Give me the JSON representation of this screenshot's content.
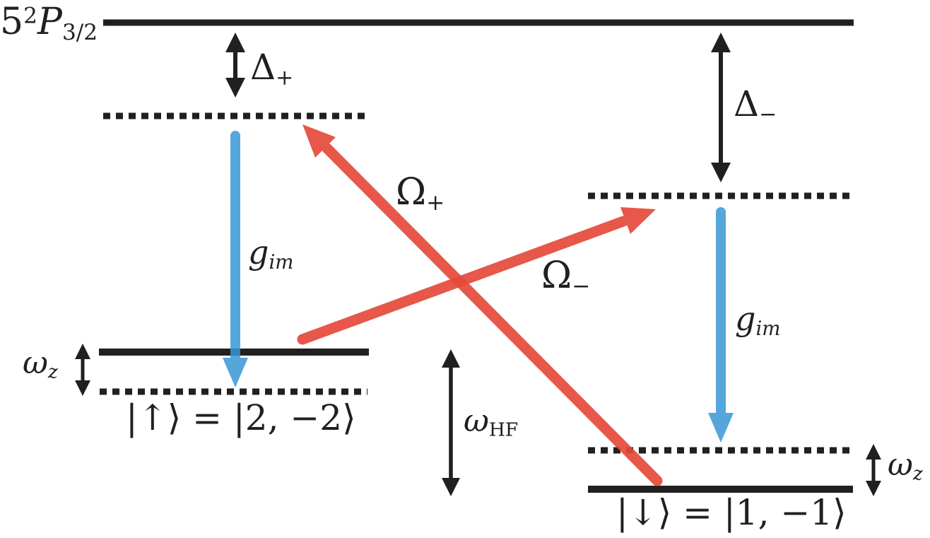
{
  "palette": {
    "black": "#221f1f",
    "red": "#e5493b",
    "blue": "#3797d5"
  },
  "excited_level": {
    "principal": "5",
    "superscript": "2",
    "term": "P",
    "subscript": "3/2"
  },
  "detunings": {
    "plus": {
      "symbol": "Δ",
      "subscript": "+"
    },
    "minus": {
      "symbol": "Δ",
      "subscript": "−"
    }
  },
  "raman_couplings": {
    "plus": {
      "symbol": "Ω",
      "subscript": "+"
    },
    "minus": {
      "symbol": "Ω",
      "subscript": "−"
    }
  },
  "cavity_couplings": {
    "left": {
      "symbol": "g",
      "subscript": "im"
    },
    "right": {
      "symbol": "g",
      "subscript": "im"
    }
  },
  "splittings": {
    "zeeman_left": {
      "symbol": "ω",
      "subscript": "z"
    },
    "zeeman_right": {
      "symbol": "ω",
      "subscript": "z"
    },
    "hyperfine": {
      "symbol": "ω",
      "subscript": "HF"
    }
  },
  "ground_states": {
    "spin_up": "|↑⟩ = |2, −2⟩",
    "spin_down": "|↓⟩ = |1, −1⟩"
  }
}
